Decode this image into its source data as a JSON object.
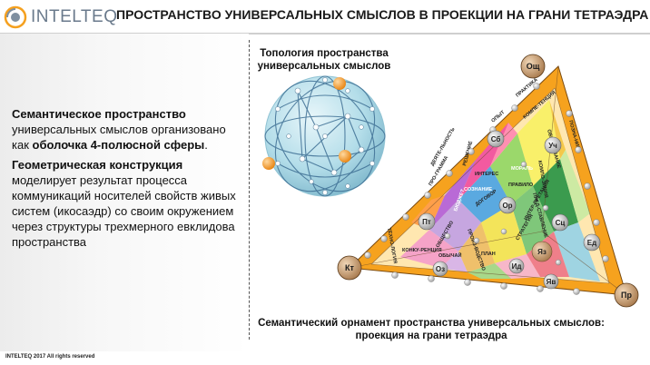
{
  "header": {
    "logo_text": "INTELTEQ",
    "title": "ПРОСТРАНСТВО УНИВЕРСАЛЬНЫХ СМЫСЛОВ В ПРОЕКЦИИ НА ГРАНИ ТЕТРАЭДРА"
  },
  "left": {
    "p1_bold": "Семантическое пространство",
    "p1_text": "универсальных смыслов организовано как ",
    "p1_bold2": "оболочка 4-полюсной сферы",
    "p1_end": ".",
    "p2_bold": "Геометрическая конструкция",
    "p2_text": "моделирует результат процесса коммуникаций носителей свойств живых систем (икосаэдр) со своим окружением через структуры трехмерного евклидова пространства"
  },
  "sphere": {
    "caption_line1": "Топология пространства",
    "caption_line2": "универсальных смыслов"
  },
  "tetra": {
    "poles": {
      "top": "Ощ",
      "left": "Кт",
      "right": "Пр"
    },
    "nodes": [
      "Сб",
      "Уч",
      "Пт",
      "Ор",
      "Сц",
      "Ед",
      "Яз",
      "Ид",
      "Оз",
      "Яв"
    ],
    "labels": {
      "praktika": "ПРАКТИКА",
      "kompetentsiya": "КОМПЕ-ТЕНЦИЯ",
      "opyt": "ОПЫТ",
      "poznanie": "ПОЗНА-НИЕ",
      "obrazovanie": "ОБРАЗО-ВАНИЕ",
      "reshenie": "РЕШЕНИЕ",
      "interes": "ИНТЕРЕС",
      "moral": "МОРАЛЬ",
      "deyatelnost": "ДЕЯТЕ-ЛЬНОСТЬ",
      "programma": "ПРО-ГРАММА",
      "soznanie": "СОЗНАНИЕ",
      "pravilo": "ПРАВИЛО",
      "dogovor": "ДОГОВОР",
      "predstavlenie": "ПРЕД-СТАВЛЕНИЕ",
      "budzhet": "БЮДЖЕТ",
      "proizvodstvo": "ПРОИЗ-ВОДСТВО",
      "strategiya": "СТРАТЕГИЯ",
      "tekhnologiya": "ТЕХНО-ЛОГИЯ",
      "obshchestvo": "ОБЩЕСТВО",
      "obychai": "ОБЫЧАЙ",
      "plan": "ПЛАН",
      "interpretatsiya": "ИНТЕР-ПРЕТАЦИЯ",
      "konkurentsiya": "КОНКУ-РЕНЦИЯ",
      "kompozitsiya": "КОМПО-ЗИЦИЯ"
    }
  },
  "bottom": {
    "line1": "Семантический орнамент пространства универсальных смыслов:",
    "line2": "проекция на грани тетраэдра"
  },
  "footer": {
    "copyright": "INTELTEQ 2017 All rights reserved"
  },
  "colors": {
    "accent_orange": "#f5a01e",
    "node_gray": "#b8b8b8",
    "pole_tan": "#c9a27a",
    "sphere_blue": "#a9d8e6"
  }
}
